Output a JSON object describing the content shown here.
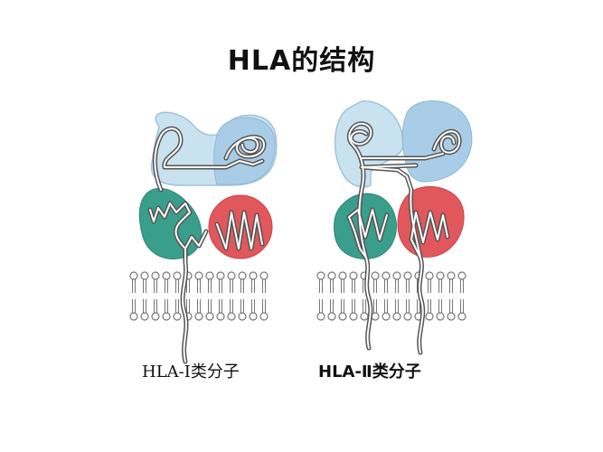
{
  "title": "HLA的结构",
  "captions": {
    "class1": "HLA-Ⅰ类分子",
    "class2": "HLA-Ⅱ类分子"
  },
  "colors": {
    "light_blue": "#c9e2f0",
    "mid_blue": "#a9cde6",
    "teal": "#3a9e8c",
    "red": "#e2575c",
    "chain": "#555555",
    "lipid": "#777777"
  }
}
